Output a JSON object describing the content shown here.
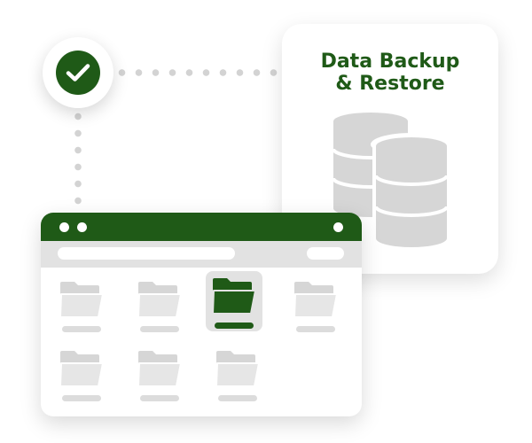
{
  "card": {
    "title_line1": "Data Backup",
    "title_line2": "& Restore"
  },
  "icons": {
    "status": "check-icon",
    "storage": "database-icon",
    "folder": "folder-icon"
  },
  "colors": {
    "brand_green": "#1f5a17",
    "neutral_gray": "#d6d6d6"
  },
  "window": {
    "folder_count": 7,
    "selected_folder_index": 2
  }
}
